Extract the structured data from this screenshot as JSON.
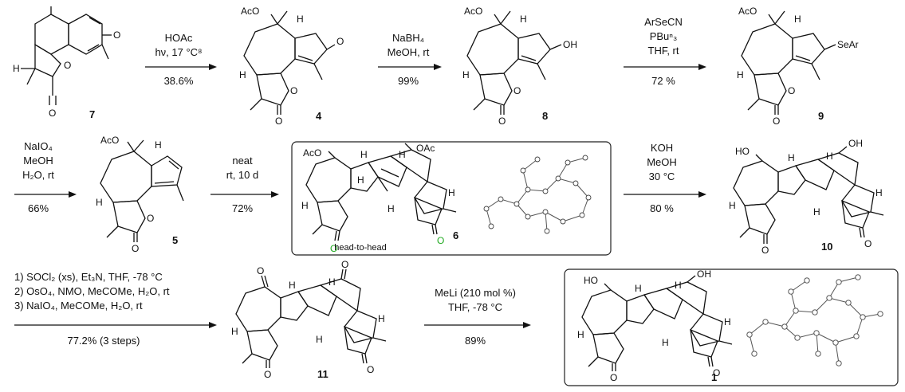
{
  "steps": [
    {
      "lines": [
        "HOAc",
        "hν, 17 °C⁸"
      ],
      "yield": "38.6%"
    },
    {
      "lines": [
        "NaBH₄",
        "MeOH, rt"
      ],
      "yield": "99%"
    },
    {
      "lines": [
        "ArSeCN",
        "PBuⁿ₃",
        "THF, rt"
      ],
      "yield": "72 %"
    },
    {
      "lines": [
        "NaIO₄",
        "MeOH",
        "H₂O, rt"
      ],
      "yield": "66%"
    },
    {
      "lines": [
        "neat",
        "rt, 10 d"
      ],
      "yield": "72%"
    },
    {
      "lines": [
        "KOH",
        "MeOH",
        "30 °C"
      ],
      "yield": "80 %"
    },
    {
      "lines": [
        "1) SOCl₂ (xs), Et₃N, THF, -78 °C",
        "2) OsO₄, NMO, MeCOMe, H₂O, rt",
        "3) NaIO₄,  MeCOMe, H₂O, rt"
      ],
      "yield": "77.2% (3 steps)"
    },
    {
      "lines": [
        "MeLi (210 mol %)",
        "THF, -78 °C"
      ],
      "yield": "89%"
    }
  ],
  "compounds": [
    "7",
    "4",
    "8",
    "9",
    "5",
    "6",
    "10",
    "11",
    "1"
  ],
  "atoms": {
    "O": "O",
    "OH": "OH",
    "OAc": "OAc",
    "AcO": "AcO",
    "HO": "HO",
    "H": "H",
    "SeAr": "SeAr"
  },
  "annotation": "head-to-head"
}
